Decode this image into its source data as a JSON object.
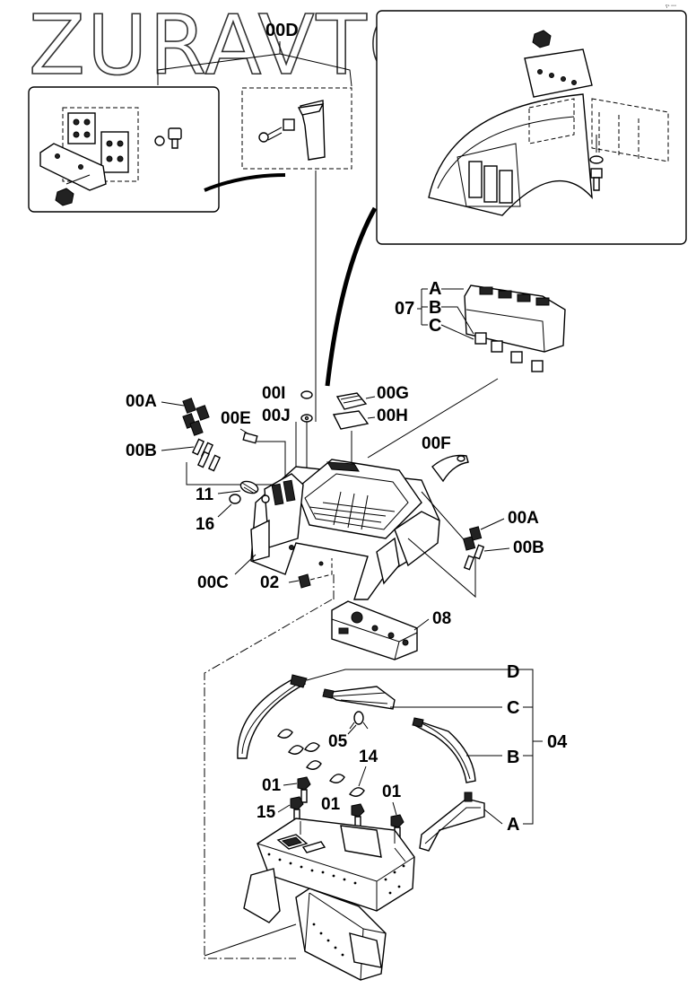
{
  "watermark": "ZURAVTO.RU",
  "corner_mark": "ʕᵃ ᵒᵒᵒ",
  "labels": {
    "l00D": "00D",
    "l07": "07",
    "l07A": "A",
    "l07B": "B",
    "l07C": "C",
    "l00I": "00I",
    "l00J": "00J",
    "l00G": "00G",
    "l00H": "00H",
    "l00A_left": "00A",
    "l00E": "00E",
    "l00B_left": "00B",
    "l00F": "00F",
    "l11": "11",
    "l16": "16",
    "l00A_right": "00A",
    "l00B_right": "00B",
    "l00C": "00C",
    "l02": "02",
    "l08": "08",
    "l04": "04",
    "l04D": "D",
    "l04C": "C",
    "l04B": "B",
    "l04A": "A",
    "l05": "05",
    "l14": "14",
    "l01_a": "01",
    "l01_b": "01",
    "l01_c": "01",
    "l15": "15"
  }
}
